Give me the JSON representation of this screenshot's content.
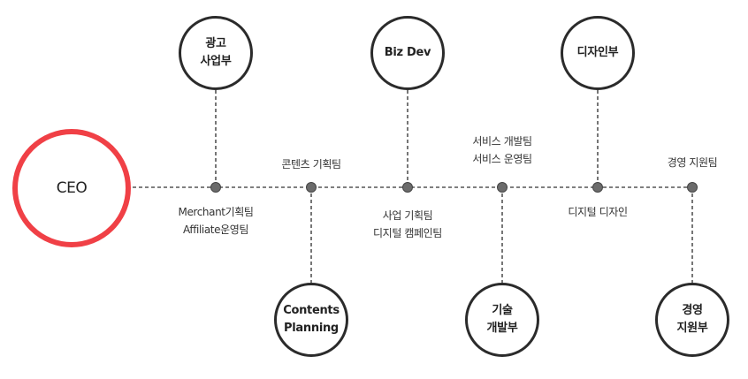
{
  "ceo": {
    "label": "CEO"
  },
  "departments": [
    {
      "id": "ad",
      "label": "광고\n사업부"
    },
    {
      "id": "bizdev",
      "label": "Biz Dev"
    },
    {
      "id": "design",
      "label": "디자인부"
    },
    {
      "id": "contents",
      "label": "Contents\nPlanning"
    },
    {
      "id": "tech",
      "label": "기술\n개발부"
    },
    {
      "id": "mgmt",
      "label": "경영\n지원부"
    }
  ],
  "teams": {
    "ad": "Merchant기획팀\nAffiliate운영팀",
    "contents": "콘텐츠 기획팀",
    "bizdev": "사업 기획팀\n디지털 캠페인팀",
    "tech": "서비스 개발팀\n서비스 운영팀",
    "design": "디지털 디자인",
    "mgmt": "경영 지원팀"
  },
  "colors": {
    "ceo_ring": "#f04046",
    "node_border": "#2b2b2b",
    "dot": "#6b6b6b",
    "line": "#555555"
  }
}
